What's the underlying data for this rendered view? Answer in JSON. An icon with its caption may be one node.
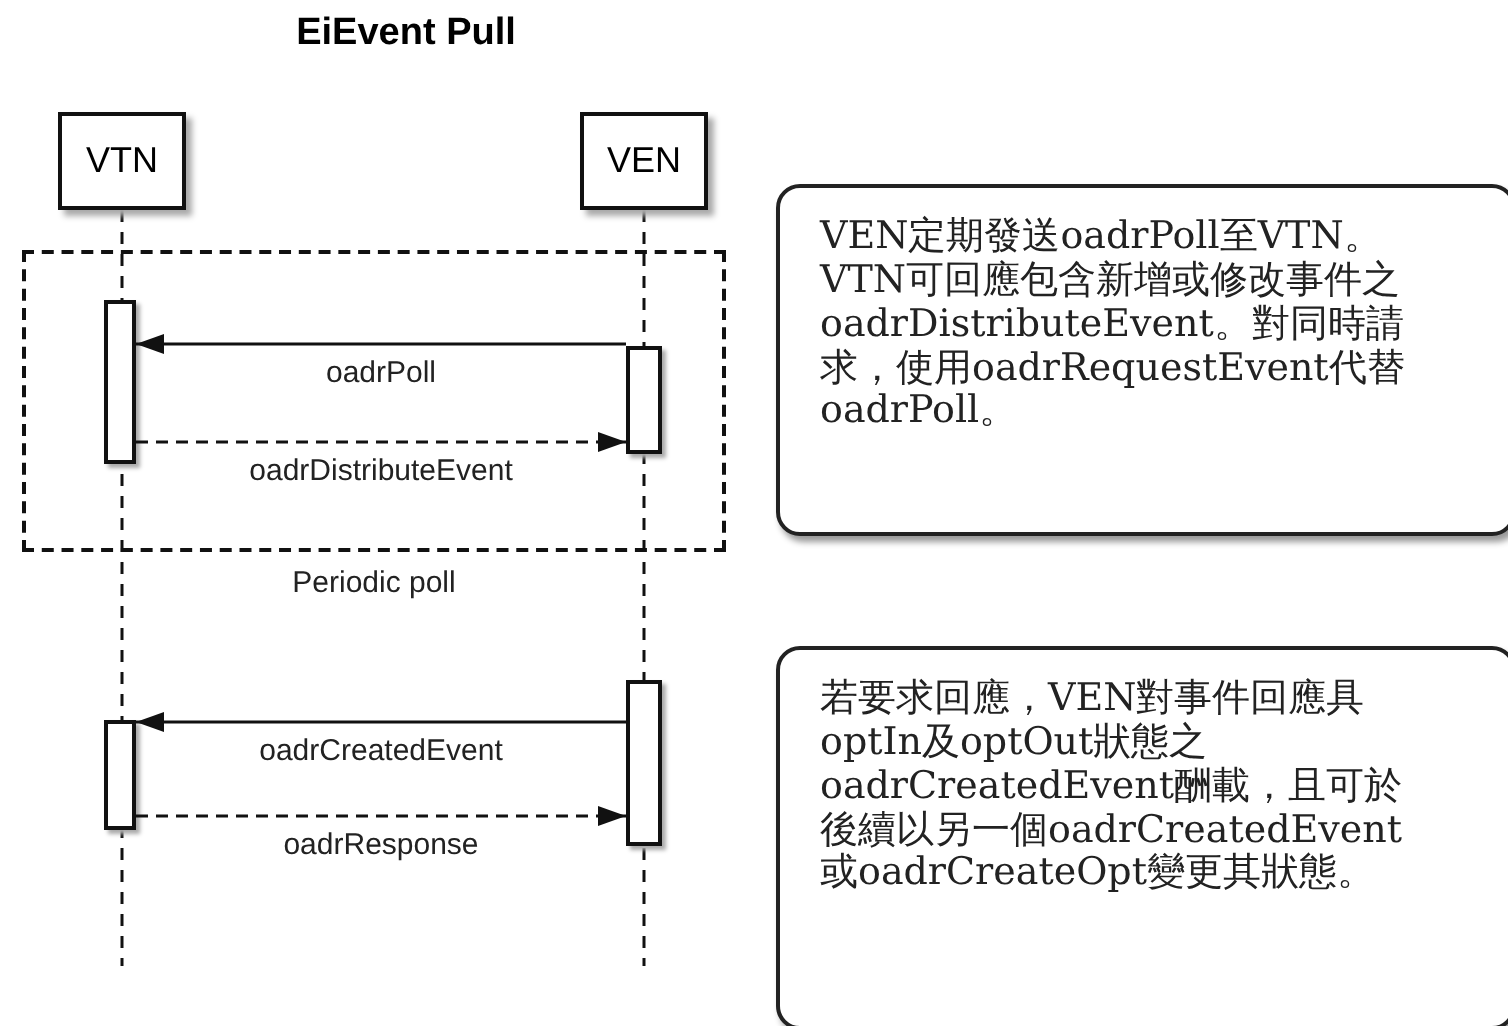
{
  "diagram": {
    "title": "EiEvent Pull",
    "nodes": [
      {
        "text": [
          "VTN"
        ]
      },
      {
        "text": [
          "VEN"
        ]
      },
      {
        "text": [
          "Periodic poll"
        ]
      },
      {
        "text": [],
        "shape": "bar",
        "in": 2
      },
      {
        "text": [],
        "shape": "bar",
        "in": 2
      },
      {
        "text": [],
        "shape": "bar"
      },
      {
        "text": [],
        "shape": "bar"
      },
      {
        "text": [
          "VEN定期發送oadrPoll至VTN。VTN可回應包含新增或修改事件之oadrDistributeEvent。對同時請求，使用oadrRequestEvent代替oadrPoll。"
        ]
      },
      {
        "text": [
          "若要求回應，VEN對事件回應具optIn及optOut狀態之oadrCreatedEvent酬載，且可於後續以另一個oadrCreatedEvent或oadrCreateOpt變更其狀態。"
        ]
      }
    ],
    "edges": [
      {
        "from": 4,
        "to": 3,
        "arrow": "to",
        "label": "oadrPoll"
      },
      {
        "from": 3,
        "to": 4,
        "arrow": "to",
        "label": "oadrDistributeEvent",
        "style": "dashed"
      },
      {
        "from": 6,
        "to": 5,
        "arrow": "to",
        "label": "oadrCreatedEvent"
      },
      {
        "from": 5,
        "to": 6,
        "arrow": "to",
        "label": "oadrResponse",
        "style": "dashed"
      }
    ]
  }
}
